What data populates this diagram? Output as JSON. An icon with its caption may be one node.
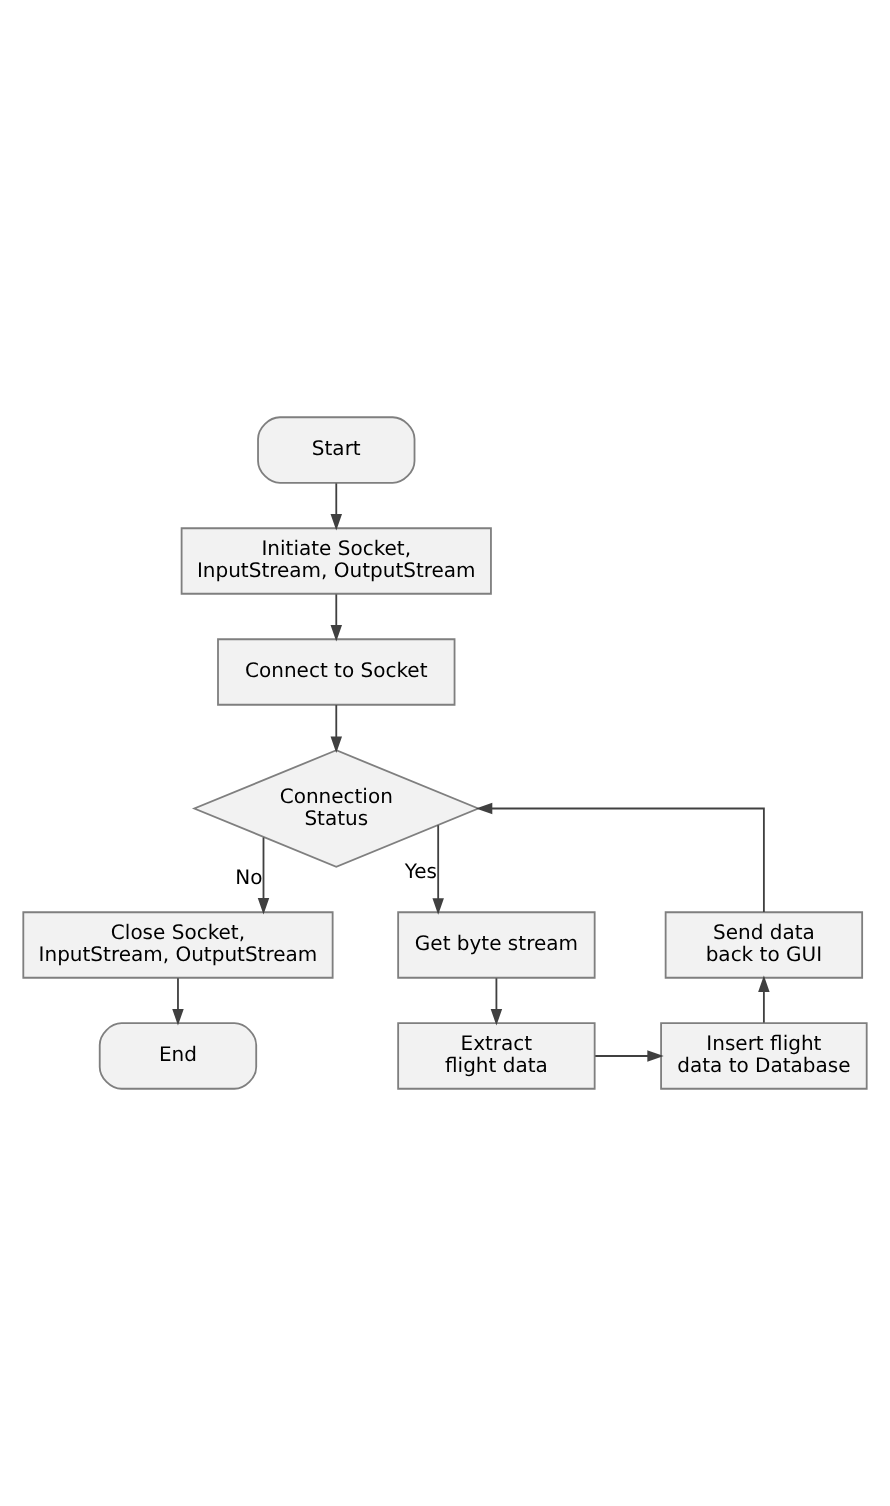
{
  "diagram": {
    "nodes": [
      {
        "text": [
          "Start"
        ]
      },
      {
        "text": [
          "Initiate Socket, InputStream, OutputStream"
        ]
      },
      {
        "text": [
          "Connect to Socket"
        ]
      },
      {
        "text": [
          "Connection Status"
        ]
      },
      {
        "text": [
          "Get byte stream"
        ]
      },
      {
        "text": [
          "Extract flight data"
        ]
      },
      {
        "text": [
          "Insert flight data to Database"
        ]
      },
      {
        "text": [
          "Send data back to GUI"
        ]
      },
      {
        "text": [
          "Close Socket, InputStream, OutputStream"
        ]
      },
      {
        "text": [
          "End"
        ]
      }
    ],
    "edges": [
      {
        "from": 0,
        "to": 1,
        "arrow": "to"
      },
      {
        "from": 1,
        "to": 2,
        "arrow": "to"
      },
      {
        "from": 2,
        "to": 3,
        "arrow": "to"
      },
      {
        "from": 3,
        "to": 4,
        "arrow": "to",
        "label": "Yes"
      },
      {
        "from": 4,
        "to": 5,
        "arrow": "to"
      },
      {
        "from": 5,
        "to": 6,
        "arrow": "to"
      },
      {
        "from": 6,
        "to": 7,
        "arrow": "to"
      },
      {
        "from": 7,
        "to": 3,
        "arrow": "to"
      },
      {
        "from": 3,
        "to": 8,
        "arrow": "to",
        "label": "No"
      },
      {
        "from": 8,
        "to": 9,
        "arrow": "to"
      }
    ]
  }
}
